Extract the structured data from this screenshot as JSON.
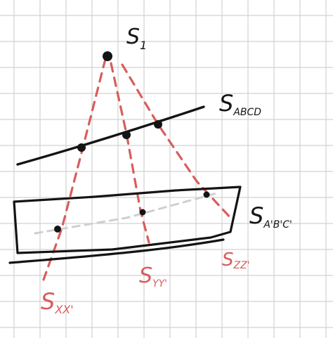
{
  "labels": {
    "s1": {
      "main": "S",
      "sub": "1"
    },
    "sabcd": {
      "main": "S",
      "sub": "ABCD"
    },
    "sabcd_prime": {
      "main": "S",
      "sub": "A'B'C'"
    },
    "sxx": {
      "main": "S",
      "sub": "XX'"
    },
    "syy": {
      "main": "S",
      "sub": "YY'"
    },
    "szz": {
      "main": "S",
      "sub": "ZZ'"
    }
  },
  "colors": {
    "ink": "#141414",
    "red": "#d85d5d",
    "grey_dash": "#cfcfcf",
    "grid": "#d2d2d2",
    "paper": "#ffffff"
  }
}
